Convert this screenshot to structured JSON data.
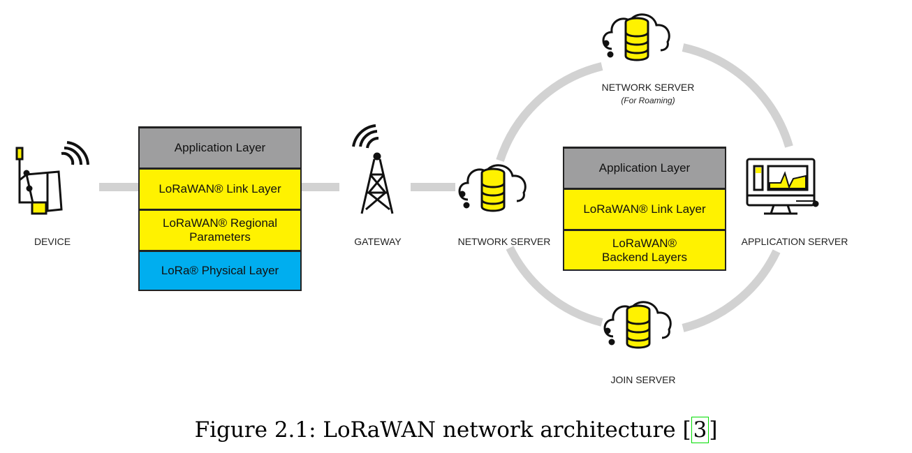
{
  "nodes": {
    "device": "DEVICE",
    "gateway": "GATEWAY",
    "network_server": "NETWORK SERVER",
    "roaming_server": "NETWORK SERVER",
    "roaming_note": "(For Roaming)",
    "join_server": "JOIN SERVER",
    "application_server": "APPLICATION SERVER"
  },
  "device_stack": {
    "application_layer": "Application Layer",
    "link_layer": "LoRaWAN® Link Layer",
    "regional_line1": "LoRaWAN® Regional",
    "regional_line2": "Parameters",
    "physical_layer": "LoRa® Physical Layer"
  },
  "server_stack": {
    "application_layer": "Application Layer",
    "link_layer": "LoRaWAN® Link Layer",
    "backend_line1": "LoRaWAN®",
    "backend_line2": "Backend Layers"
  },
  "colors": {
    "gray_layer": "#9e9e9f",
    "yellow_layer": "#fff200",
    "blue_layer": "#00aeef",
    "connector": "#d2d2d2"
  },
  "caption": {
    "text": "Figure 2.1: LoRaWAN network architecture [",
    "ref": "3",
    "close": "]"
  }
}
